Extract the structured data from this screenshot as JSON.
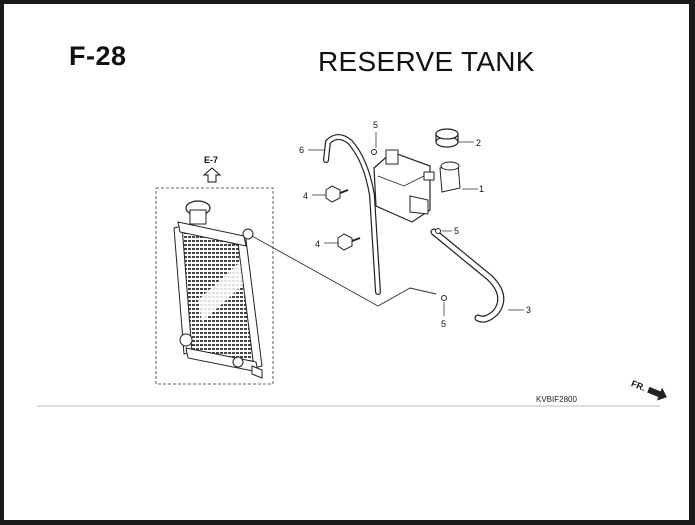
{
  "header": {
    "figure_number": "F-28",
    "title": "RESERVE TANK"
  },
  "footer": {
    "reference_code": "KVBIF2800"
  },
  "diagram": {
    "reference_label": "E-7",
    "direction_label": "FR.",
    "callouts": [
      "1",
      "2",
      "3",
      "4",
      "4",
      "5",
      "5",
      "5",
      "6"
    ]
  }
}
